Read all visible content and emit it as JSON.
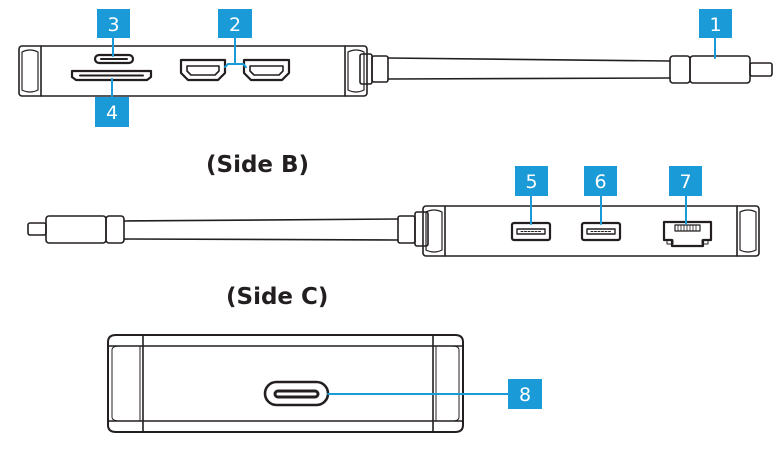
{
  "side_b": {
    "title": "(Side B)"
  },
  "side_c": {
    "title": "(Side C)"
  },
  "callouts": [
    {
      "id": 1,
      "label": "1"
    },
    {
      "id": 2,
      "label": "2"
    },
    {
      "id": 3,
      "label": "3"
    },
    {
      "id": 4,
      "label": "4"
    },
    {
      "id": 5,
      "label": "5"
    },
    {
      "id": 6,
      "label": "6"
    },
    {
      "id": 7,
      "label": "7"
    },
    {
      "id": 8,
      "label": "8"
    }
  ],
  "colors": {
    "callout_fill": "#1a9ad6",
    "callout_text": "#ffffff",
    "line": "#231f20",
    "body_fill": "#ffffff"
  }
}
